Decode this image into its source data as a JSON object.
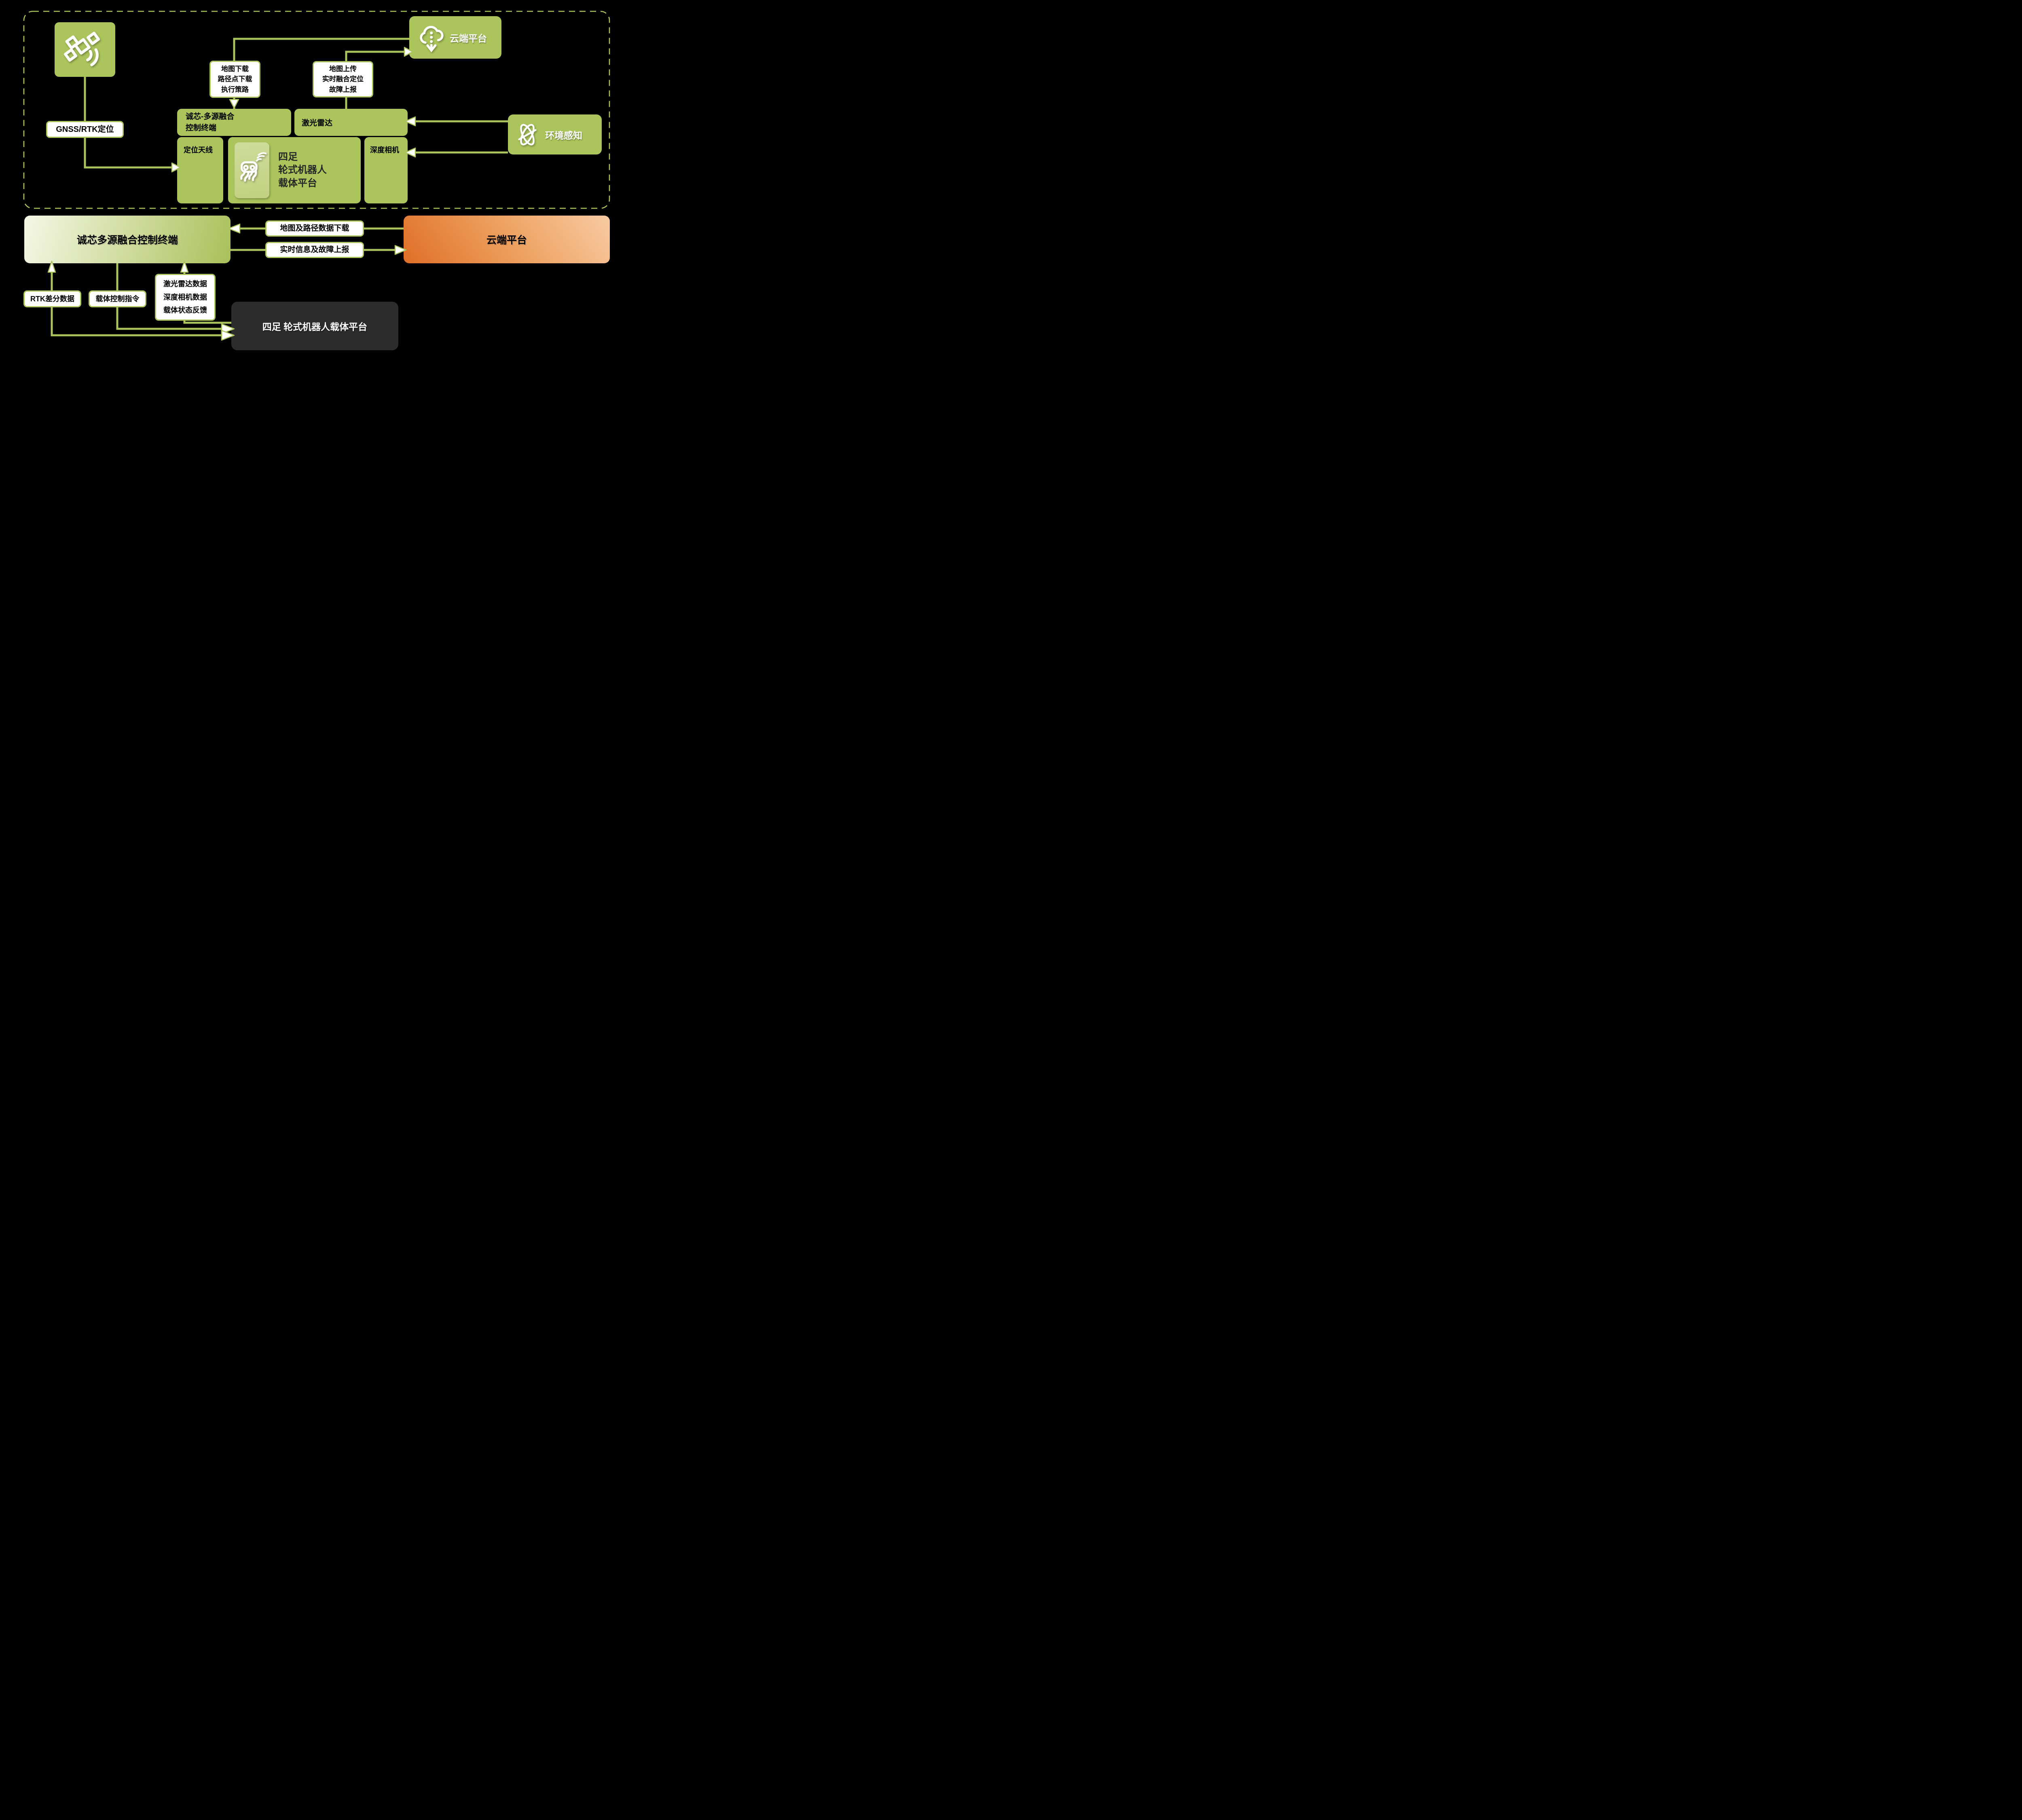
{
  "colors": {
    "accent_green": "#abc45c",
    "panel_light_green": "#c8d68c",
    "gradient_green_light": "#f4f8e6",
    "orange_dark": "#df6f27",
    "orange_light": "#f8cba3",
    "dark_box": "#2c2c2c",
    "label_bg": "#ffffff",
    "text_black": "#000000",
    "text_white": "#ffffff"
  },
  "icons": {
    "satellite": "satellite-icon",
    "cloud": "cloud-download-icon",
    "env": "atom-icon",
    "robot": "robot-dog-icon"
  },
  "top": {
    "gnss_label": "GNSS/RTK定位",
    "cloud_label": "云端平台",
    "map_download": [
      "地图下载",
      "路径点下载",
      "执行策路"
    ],
    "map_upload": [
      "地图上传",
      "实时融合定位",
      "故障上报"
    ],
    "terminal": [
      "诚芯-多源融合",
      "控制终端"
    ],
    "lidar": "激光雷达",
    "antenna": "定位天线",
    "depth_camera": "深度相机",
    "robot_platform": [
      "四足",
      "轮式机器人",
      "载体平台"
    ],
    "env_label": "环境感知"
  },
  "bottom": {
    "terminal": "诚芯多源融合控制终端",
    "cloud": "云端平台",
    "download_label": "地图及路径数据下载",
    "upload_label": "实时信息及故障上报",
    "rtk_label": "RTK差分数据",
    "control_label": "载体控制指令",
    "sensor_lines": [
      "激光雷达数据",
      "深度相机数据",
      "载体状态反馈"
    ],
    "robot_platform": "四足 轮式机器人载体平台"
  }
}
